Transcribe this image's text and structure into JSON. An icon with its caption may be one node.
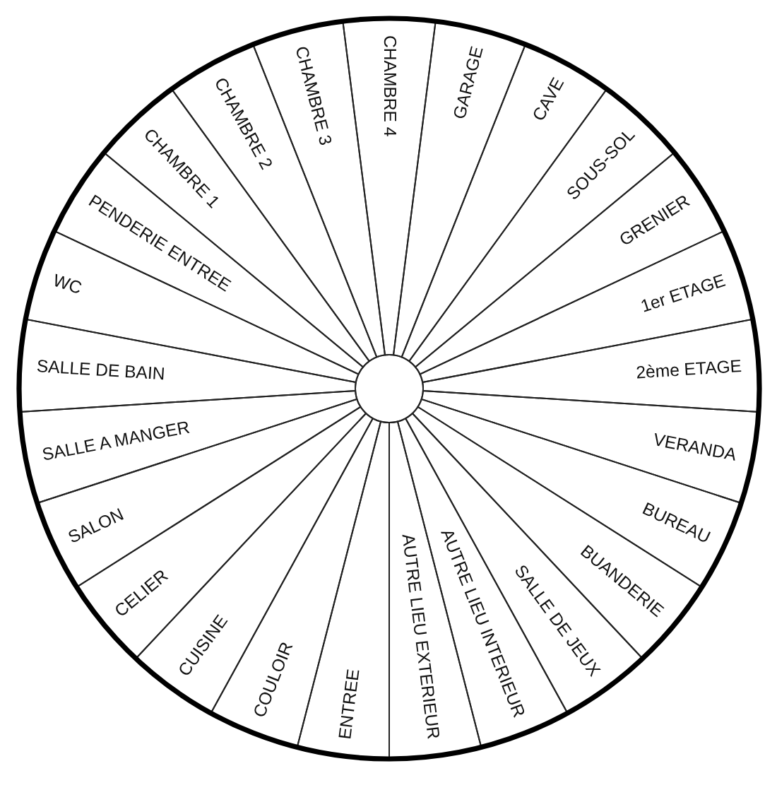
{
  "diagram": {
    "labels": [
      "CHAMBRE 4",
      "GARAGE",
      "CAVE",
      "SOUS-SOL",
      "GRENIER",
      "1er ETAGE",
      "2ème ETAGE",
      "VERANDA",
      "BUREAU",
      "BUANDERIE",
      "SALLE DE JEUX",
      "AUTRE LIEU INTERIEUR",
      "AUTRE LIEU EXTERIEUR",
      "ENTREE",
      "COULOIR",
      "CUISINE",
      "CELIER",
      "SALON",
      "SALLE A MANGER",
      "SALLE DE BAIN",
      "WC",
      "PENDERIE ENTREE",
      "CHAMBRE 1",
      "CHAMBRE 2",
      "CHAMBRE 3"
    ]
  }
}
